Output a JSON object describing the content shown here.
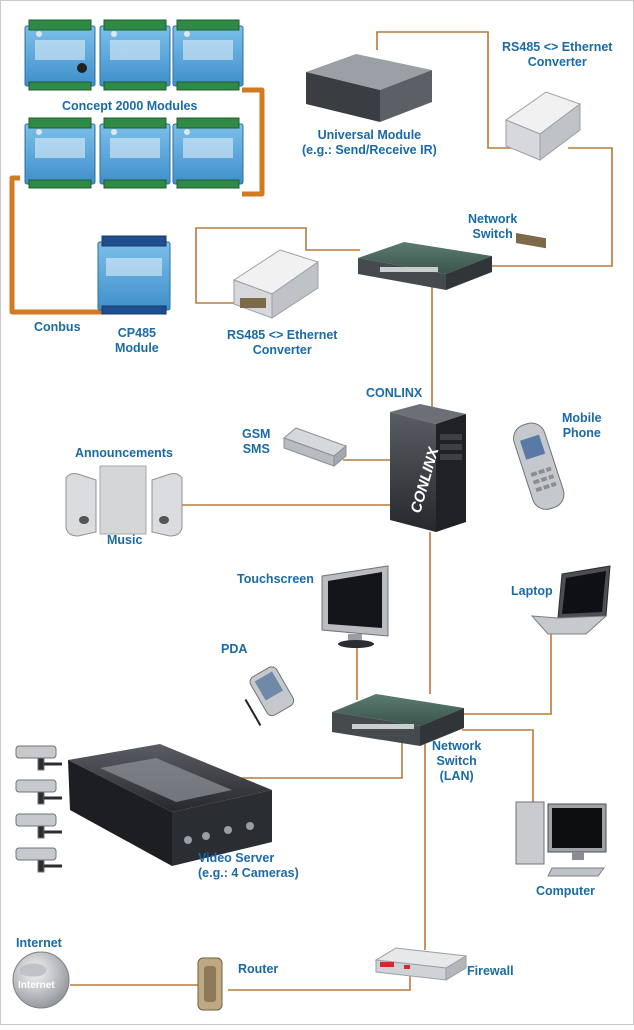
{
  "colors": {
    "label": "#1a6aa6",
    "wire": "#b87a3a",
    "conbus": "#d07a22",
    "module_blue": "#5aa7dc",
    "terminal_green": "#3a9a4a",
    "switch_top": "#3f5d53"
  },
  "labels": {
    "concept_modules": "Concept 2000 Modules",
    "universal_module": [
      "Universal Module",
      "(e.g.: Send/Receive IR)"
    ],
    "rs485_top": [
      "RS485 <> Ethernet",
      "Converter"
    ],
    "network_switch": [
      "Network",
      "Switch"
    ],
    "conbus": "Conbus",
    "cp485": [
      "CP485",
      "Module"
    ],
    "rs485_mid": [
      "RS485 <> Ethernet",
      "Converter"
    ],
    "conlinx_label": "CONLINX",
    "conlinx_case_text": "CONLINX",
    "gsm": [
      "GSM",
      "SMS"
    ],
    "mobile_phone": [
      "Mobile",
      "Phone"
    ],
    "announcements": "Announcements",
    "music": "Music",
    "touchscreen": "Touchscreen",
    "laptop": "Laptop",
    "pda": "PDA",
    "network_switch_lan": [
      "Network",
      "Switch",
      "(LAN)"
    ],
    "video_server": [
      "Video Server",
      "(e.g.: 4 Cameras)"
    ],
    "computer": "Computer",
    "internet": "Internet",
    "internet_globe_text": "Internet",
    "router": "Router",
    "firewall": "Firewall"
  },
  "icons": {
    "modules": "din-rail-module-icon",
    "universal_module": "black-box-icon",
    "converter": "serial-converter-icon",
    "switch": "network-switch-icon",
    "server": "tower-server-icon",
    "modem": "gsm-modem-icon",
    "phone": "mobile-phone-icon",
    "speakers": "speakers-icon",
    "monitor": "lcd-monitor-icon",
    "laptop": "laptop-icon",
    "pda": "pda-icon",
    "cameras": "security-camera-icon",
    "video_server": "video-server-icon",
    "computer": "desktop-computer-icon",
    "globe": "internet-globe-icon",
    "router": "router-icon",
    "firewall": "firewall-icon"
  }
}
